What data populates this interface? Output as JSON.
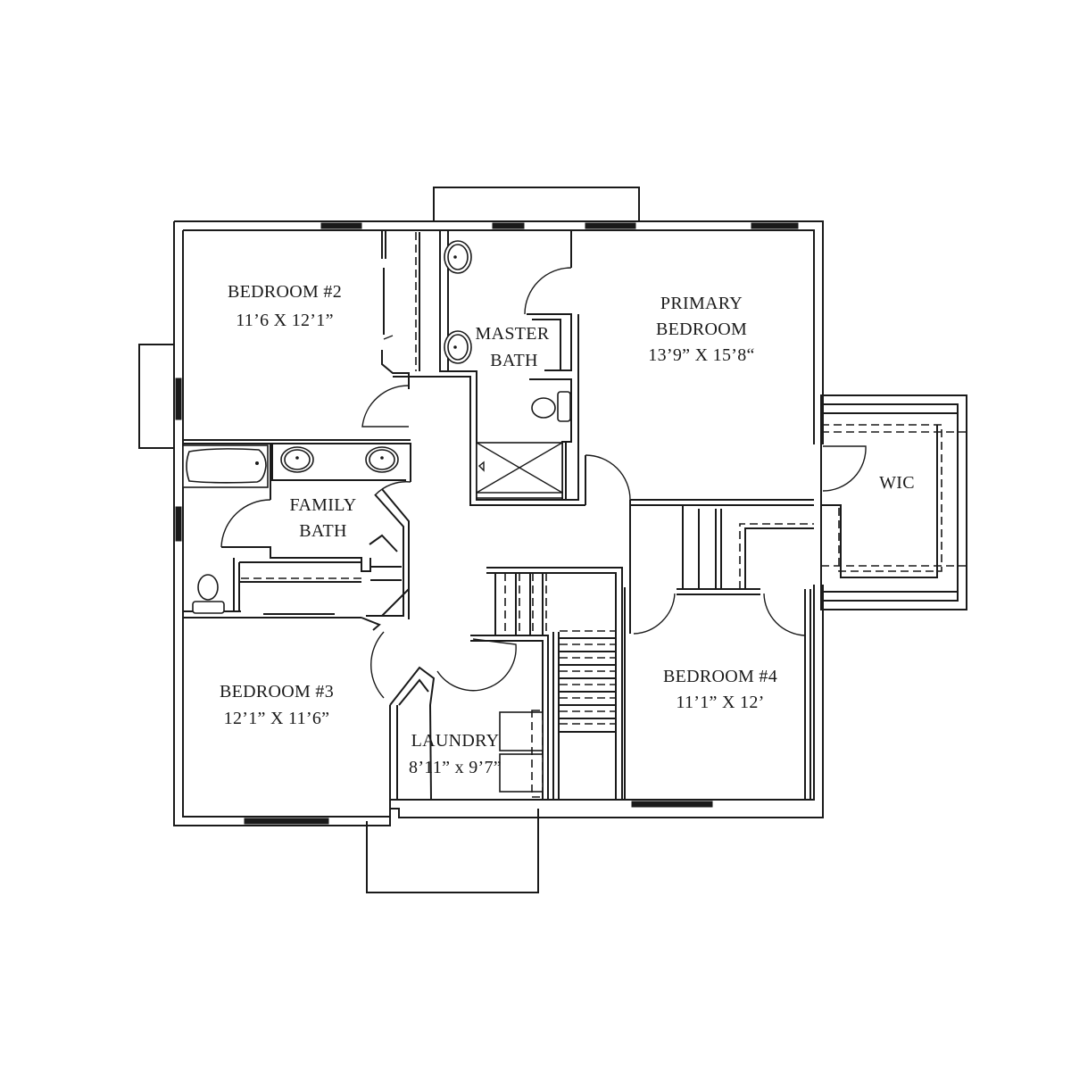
{
  "plan": {
    "type": "floor plan",
    "colors": {
      "ink": "#1a1a1a",
      "paper": "#ffffff"
    },
    "rooms": [
      {
        "id": "bedroom2",
        "name": "BEDROOM #2",
        "dimensions": "11’6 X 12’1”"
      },
      {
        "id": "primary",
        "name_line1": "PRIMARY",
        "name_line2": "BEDROOM",
        "dimensions": "13’9”  X 15’8“"
      },
      {
        "id": "master_bath",
        "name_line1": "MASTER",
        "name_line2": "BATH"
      },
      {
        "id": "family_bath",
        "name_line1": "FAMILY",
        "name_line2": "BATH"
      },
      {
        "id": "wic",
        "name": "WIC"
      },
      {
        "id": "bedroom3",
        "name": "BEDROOM #3",
        "dimensions": "12’1” X 11’6”"
      },
      {
        "id": "bedroom4",
        "name": "BEDROOM #4",
        "dimensions": "11’1”  X 12’"
      },
      {
        "id": "laundry",
        "name": "LAUNDRY",
        "dimensions": "8’11” x 9’7”"
      }
    ]
  }
}
